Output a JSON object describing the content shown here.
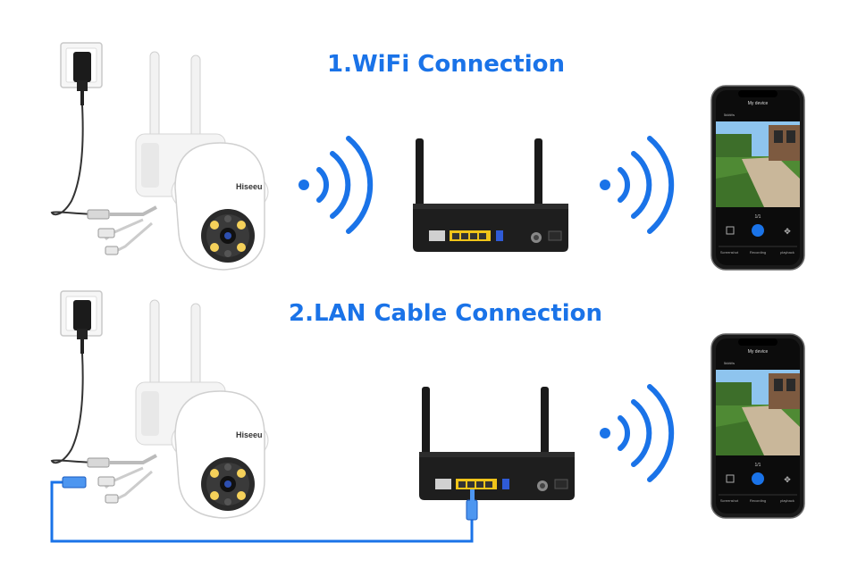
{
  "section_wifi": {
    "title": "1.WiFi Connection",
    "camera_brand": "Hiseeu",
    "phone": {
      "header": "My device",
      "status": "5###/s",
      "page": "1/1",
      "controls": [
        "Screenshot",
        "Recording",
        "playback"
      ]
    }
  },
  "section_lan": {
    "title": "2.LAN Cable Connection",
    "camera_brand": "Hiseeu",
    "phone": {
      "header": "My device",
      "status": "5###/s",
      "page": "1/1",
      "controls": [
        "Screenshot",
        "Recording",
        "playback"
      ]
    }
  },
  "colors": {
    "title": "#1a73e8",
    "wifi_waves": "#1a73e8",
    "lan_cable": "#1a73e8",
    "router": "#1e1e1e",
    "camera": "#ffffff",
    "phone_screen_sky": "#8ec4ee",
    "phone_screen_grass": "#4f8a34"
  }
}
